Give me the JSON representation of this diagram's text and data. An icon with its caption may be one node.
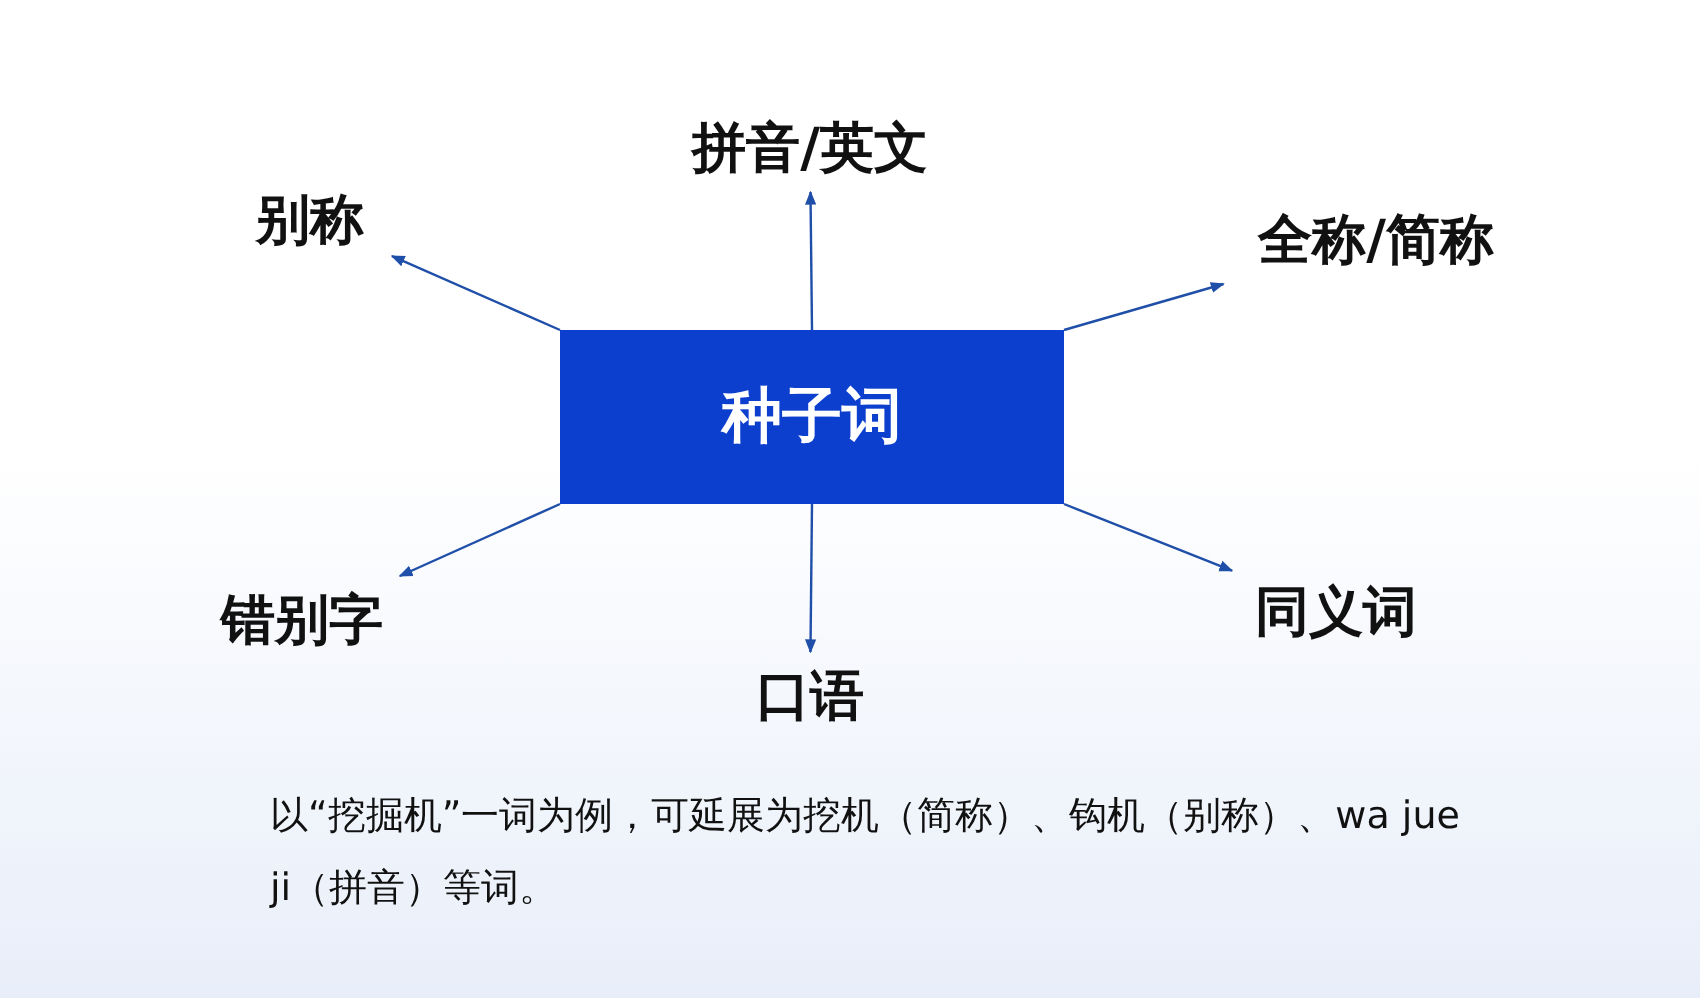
{
  "diagram": {
    "nodes": [
      {
        "text": [
          "种子词"
        ]
      },
      {
        "text": [
          "拼音/英文"
        ]
      },
      {
        "text": [
          "别称"
        ]
      },
      {
        "text": [
          "全称/简称"
        ]
      },
      {
        "text": [
          "错别字"
        ]
      },
      {
        "text": [
          "口语"
        ]
      },
      {
        "text": [
          "同义词"
        ]
      }
    ],
    "edges": [
      {
        "from": 0,
        "to": 1,
        "arrow": "to"
      },
      {
        "from": 0,
        "to": 2,
        "arrow": "to"
      },
      {
        "from": 0,
        "to": 3,
        "arrow": "to"
      },
      {
        "from": 0,
        "to": 4,
        "arrow": "to"
      },
      {
        "from": 0,
        "to": 5,
        "arrow": "to"
      },
      {
        "from": 0,
        "to": 6,
        "arrow": "to"
      }
    ],
    "labels": [
      "以“挖掘机”一词为例，可延展为挖机（简称）、钩机（别称）、wa jue ji（拼音）等词。"
    ]
  }
}
